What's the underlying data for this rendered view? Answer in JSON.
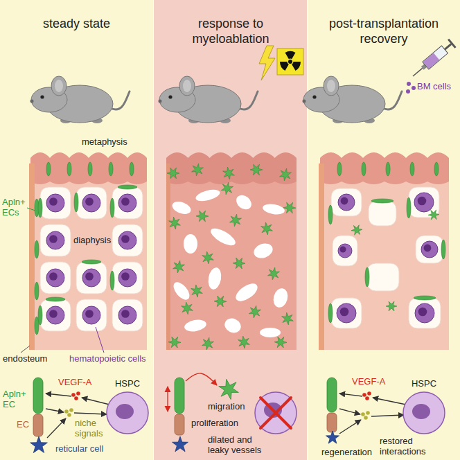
{
  "diagram": {
    "nodes": [
      {
        "text": [
          "steady state"
        ]
      },
      {
        "text": [
          "HSPC"
        ],
        "in": 0
      },
      {
        "text": [
          "response to myeloablation"
        ]
      },
      {
        "text": [
          "post-transplantation recovery"
        ]
      },
      {
        "text": [
          "HSPC"
        ],
        "in": 3
      }
    ],
    "labels": [
      "metaphysis",
      "Apln+ ECs",
      "diaphysis",
      "endosteum",
      "hematopoietic cells",
      "VEGF-A",
      "Apln+ EC",
      "niche signals",
      "EC",
      "reticular cell",
      "migration",
      "proliferation",
      "dilated and leaky vessels",
      "BM cells",
      "VEGF-A",
      "restored interactions",
      "regeneration"
    ]
  }
}
